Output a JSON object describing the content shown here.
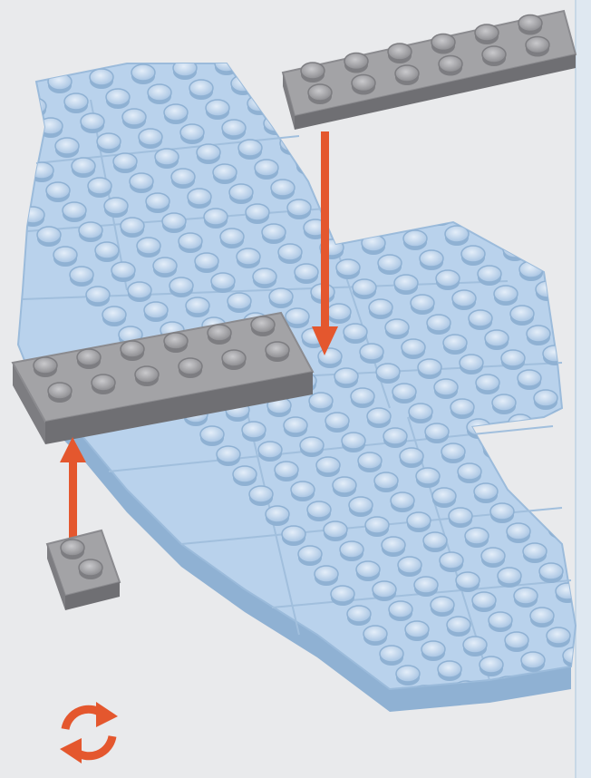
{
  "colors": {
    "background": "#e9eaec",
    "plate_light_blue": "#b9d2ec",
    "plate_light_blue_shade": "#8fb1d3",
    "plate_gray": "#a3a3a6",
    "plate_gray_shade": "#6f6f73",
    "arrow": "#e4572e",
    "rotate_icon": "#e4572e"
  },
  "parts": [
    {
      "name": "gray-plate-2x6-top",
      "color": "gray",
      "size": "2x6"
    },
    {
      "name": "gray-plate-2x6-left",
      "color": "gray",
      "size": "2x6"
    },
    {
      "name": "gray-plate-1x2-small",
      "color": "gray",
      "size": "1x2"
    }
  ],
  "icons": {
    "rotate": "rotate-model-icon",
    "arrow_down": "placement-arrow-down",
    "arrow_up": "placement-arrow-up"
  }
}
